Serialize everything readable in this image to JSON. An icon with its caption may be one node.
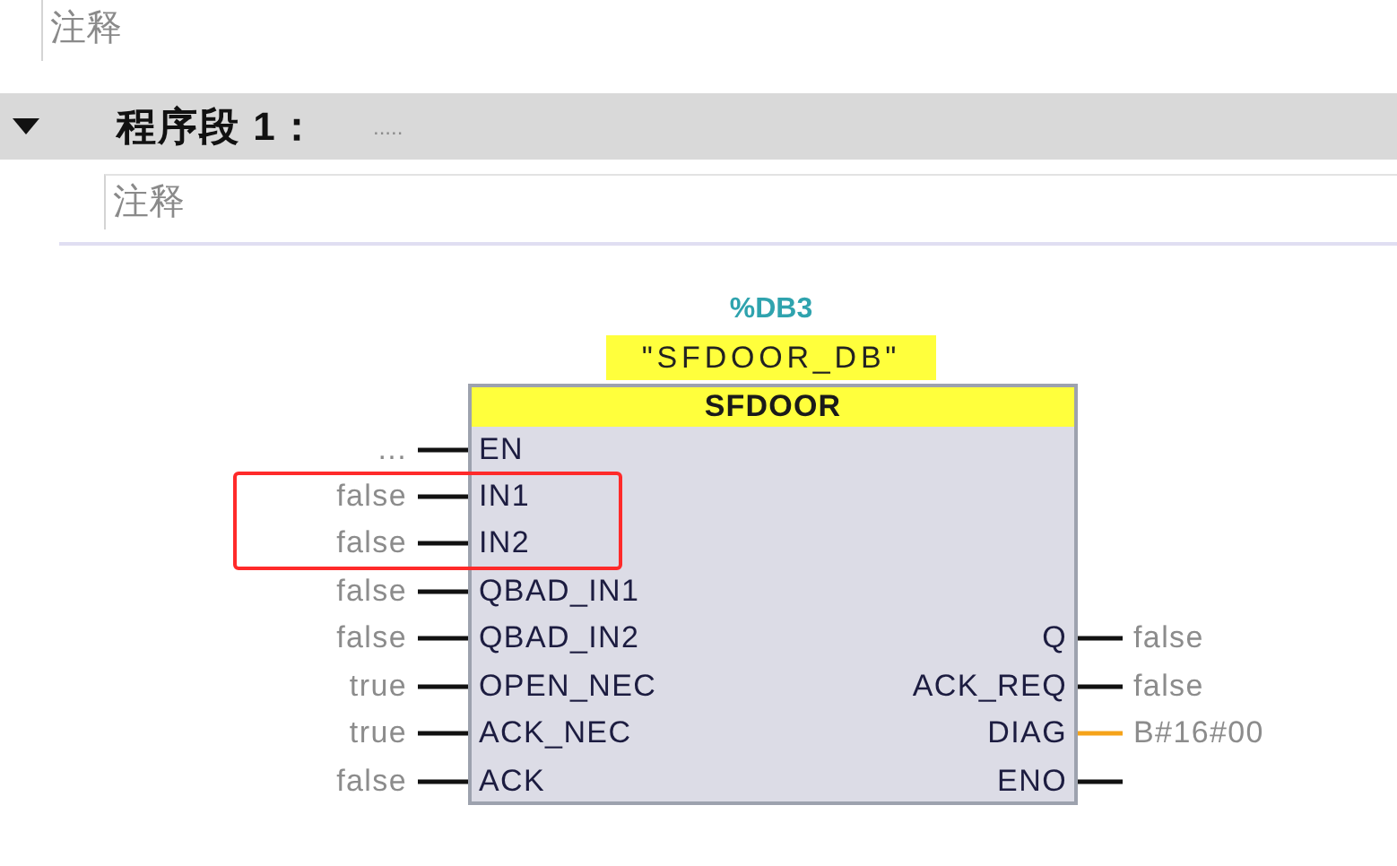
{
  "diagram": {
    "nodes": [
      {
        "text": [
          "\"SFDOOR_DB\""
        ],
        "beside": [
          "%DB3"
        ]
      },
      {
        "text": [
          "SFDOOR"
        ]
      },
      {
        "text": [
          "..."
        ]
      },
      {
        "text": [
          "EN"
        ],
        "in": 1
      },
      {
        "text": [
          "false"
        ]
      },
      {
        "text": [
          "IN1"
        ],
        "in": 1
      },
      {
        "text": [
          "false"
        ]
      },
      {
        "text": [
          "IN2"
        ],
        "in": 1
      },
      {
        "text": [
          "false"
        ]
      },
      {
        "text": [
          "QBAD_IN1"
        ],
        "in": 1
      },
      {
        "text": [
          "false"
        ]
      },
      {
        "text": [
          "QBAD_IN2"
        ],
        "in": 1
      },
      {
        "text": [
          "Q"
        ],
        "in": 1
      },
      {
        "text": [
          "false"
        ]
      },
      {
        "text": [
          "true"
        ]
      },
      {
        "text": [
          "OPEN_NEC"
        ],
        "in": 1
      },
      {
        "text": [
          "ACK_REQ"
        ],
        "in": 1
      },
      {
        "text": [
          "false"
        ]
      },
      {
        "text": [
          "true"
        ]
      },
      {
        "text": [
          "ACK_NEC"
        ],
        "in": 1
      },
      {
        "text": [
          "DIAG"
        ],
        "in": 1
      },
      {
        "text": [
          "B#16#00"
        ]
      },
      {
        "text": [
          "false"
        ]
      },
      {
        "text": [
          "ACK"
        ],
        "in": 1
      },
      {
        "text": [
          "ENO"
        ],
        "in": 1
      }
    ],
    "edges": [
      {
        "from": 2,
        "to": 3,
        "arrow": "none"
      },
      {
        "from": 4,
        "to": 5,
        "arrow": "none"
      },
      {
        "from": 6,
        "to": 7,
        "arrow": "none"
      },
      {
        "from": 8,
        "to": 9,
        "arrow": "none"
      },
      {
        "from": 10,
        "to": 11,
        "arrow": "none"
      },
      {
        "from": 12,
        "to": 13,
        "arrow": "none"
      },
      {
        "from": 14,
        "to": 15,
        "arrow": "none"
      },
      {
        "from": 16,
        "to": 17,
        "arrow": "none"
      },
      {
        "from": 18,
        "to": 19,
        "arrow": "none"
      },
      {
        "from": 20,
        "to": 21,
        "arrow": "none",
        "color": "#f5a31a"
      },
      {
        "from": 22,
        "to": 23,
        "arrow": "none"
      },
      {
        "from": 24,
        "to": null,
        "arrow": "none"
      }
    ],
    "labels": [
      "注释",
      "程序段 1：",
      ".....",
      "注释"
    ]
  }
}
